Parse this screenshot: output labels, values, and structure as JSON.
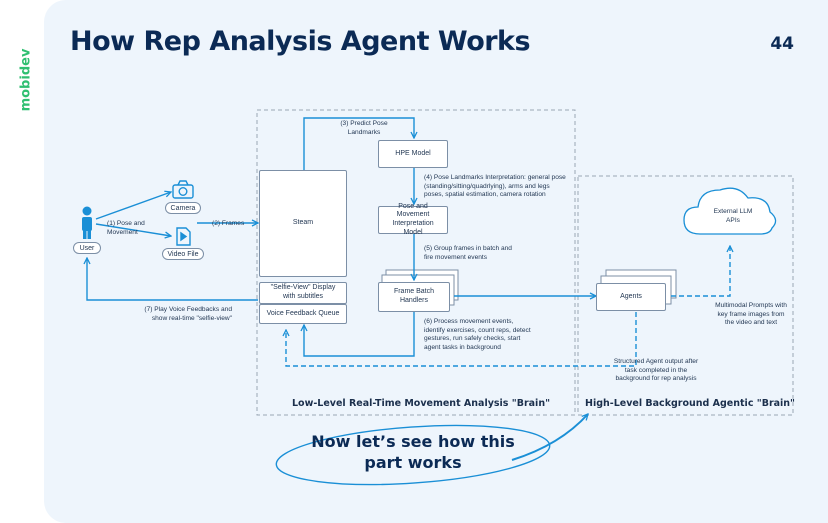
{
  "brand": {
    "logo_text": "mobidev"
  },
  "header": {
    "title": "How Rep Analysis Agent Works",
    "page_number": "44"
  },
  "diagram": {
    "nodes": {
      "user": "User",
      "camera": "Camera",
      "video_file": "Video File",
      "steam": "Steam",
      "hpe_model": "HPE Model",
      "pose_model": "Pose and Movement Interpretation Model",
      "frame_batch": "Frame Batch Handlers",
      "selfie_view": "\"Selfie-View\" Display with subtitles",
      "voice_queue": "Voice Feedback Queue",
      "agents": "Agents",
      "llm_apis": "External LLM APIs"
    },
    "edge_labels": {
      "step1": "(1) Pose and Movement",
      "step2": "(2) Frames",
      "step3": "(3) Predict Pose Landmarks",
      "step4": "(4) Pose Landmarks Interpretation: general pose (standing/sitting/quadrlying), arms and legs poses, spatial estimation, camera rotation",
      "step5": "(5) Group frames in batch and fire movement events",
      "step6": "(6) Process movement events, identify exercises, count reps, detect gestures, run safely checks, start agent tasks in background",
      "step7": "(7) Play Voice Feedbacks and show real-time \"selfie-view\"",
      "multimodal": "Multimodal Prompts with key frame images from the video and text",
      "structured": "Structured Agent output after task completed in the background for rep analysis"
    },
    "sections": {
      "low_level": "Low-Level Real-Time Movement Analysis \"Brain\"",
      "high_level": "High-Level Background Agentic \"Brain\""
    },
    "callout": "Now let’s see how this part works",
    "colors": {
      "accent": "#1a8fd6",
      "title": "#0b2a55",
      "brand_green": "#2fbf71",
      "background": "#eef5fc"
    }
  }
}
